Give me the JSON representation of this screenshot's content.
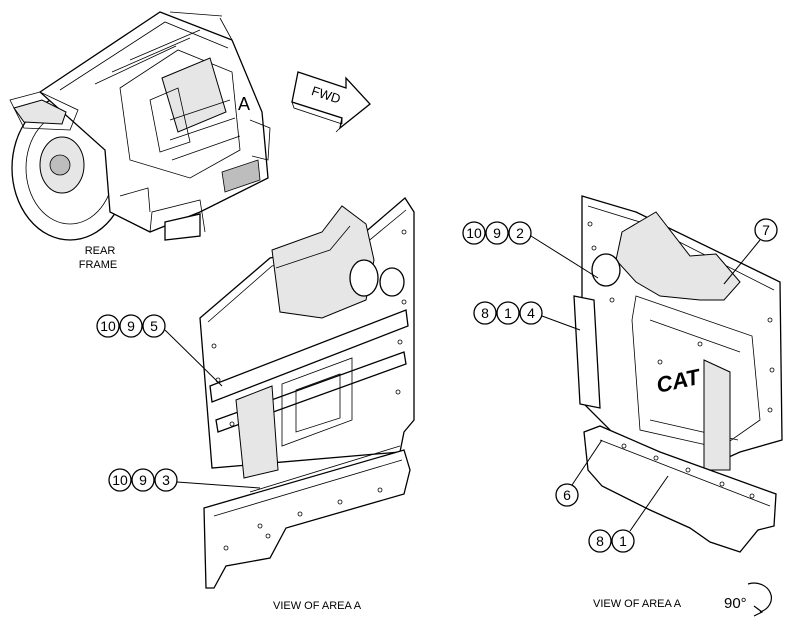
{
  "labels": {
    "rear_frame_line1": "REAR",
    "rear_frame_line2": "FRAME",
    "area_marker": "A",
    "fwd_arrow": "FWD",
    "logo": "CAT",
    "left_view_caption": "VIEW OF AREA  A",
    "right_view_caption": "VIEW OF AREA  A",
    "rotation": "90°"
  },
  "callouts": {
    "left_upper": [
      "10",
      "9",
      "5"
    ],
    "left_lower": [
      "10",
      "9",
      "3"
    ],
    "right_top": [
      "10",
      "9",
      "2"
    ],
    "right_second": [
      "8",
      "1",
      "4"
    ],
    "right_single_top": [
      "7"
    ],
    "right_single_mid": [
      "6"
    ],
    "right_bottom": [
      "8",
      "1"
    ]
  }
}
